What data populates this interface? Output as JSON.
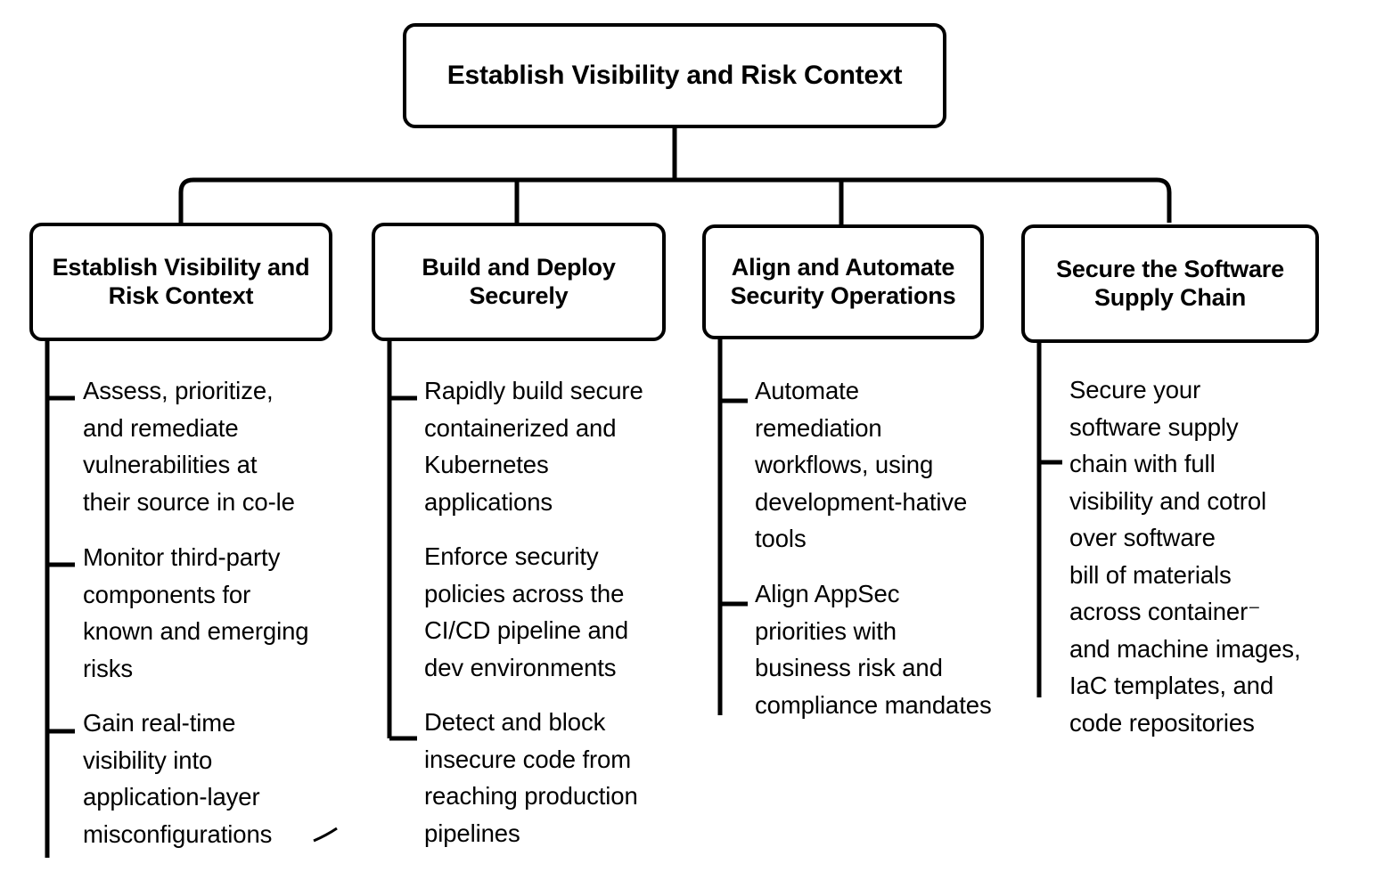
{
  "diagram": {
    "type": "tree",
    "title": "Establish Visibility and Risk Context",
    "root": {
      "label": "Establish Visibility and Risk Context"
    },
    "branches": [
      {
        "id": "establish-visibility-and-risk-context",
        "label": "Establish Visibility\nand Risk Context",
        "items": [
          "Assess, prioritize,\nand remediate\nvulnerabilities at\ntheir source in co-le",
          "Monitor third-party\ncomponents for\nknown and emerging\nrisks",
          "Gain real-time\nvisibility into\napplication-layer\nmisconfigurations"
        ]
      },
      {
        "id": "build-and-deploy-securely",
        "label": "Build and\nDeploy Securely",
        "items": [
          "Rapidly build secure\ncontainerized and\nKubernetes\napplications",
          "Enforce security\npolicies across the\nCI/CD pipeline and\ndev environments",
          "Detect and block\ninsecure code from\nreaching production\npipelines"
        ]
      },
      {
        "id": "align-and-automate-security-operations",
        "label": "Align and Automate\nSecurity Operations",
        "items": [
          "Automate\nremediation\nworkflows, using\ndevelopment-hative\ntools",
          "Align AppSec\npriorities with\nbusiness risk and\ncompliance mandates"
        ]
      },
      {
        "id": "secure-the-software-supply-chain",
        "label": "Secure the Software\nSupply Chain",
        "items": [
          "Secure your\nsoftware supply\nchain with full\nvisibility and cotrol\nover software\nbill of materials\nacross container⁻\nand machine images,\nIaC templates, and\ncode repositories"
        ]
      }
    ],
    "colors": {
      "stroke": "#000000",
      "background": "#ffffff",
      "text": "#000000"
    }
  }
}
